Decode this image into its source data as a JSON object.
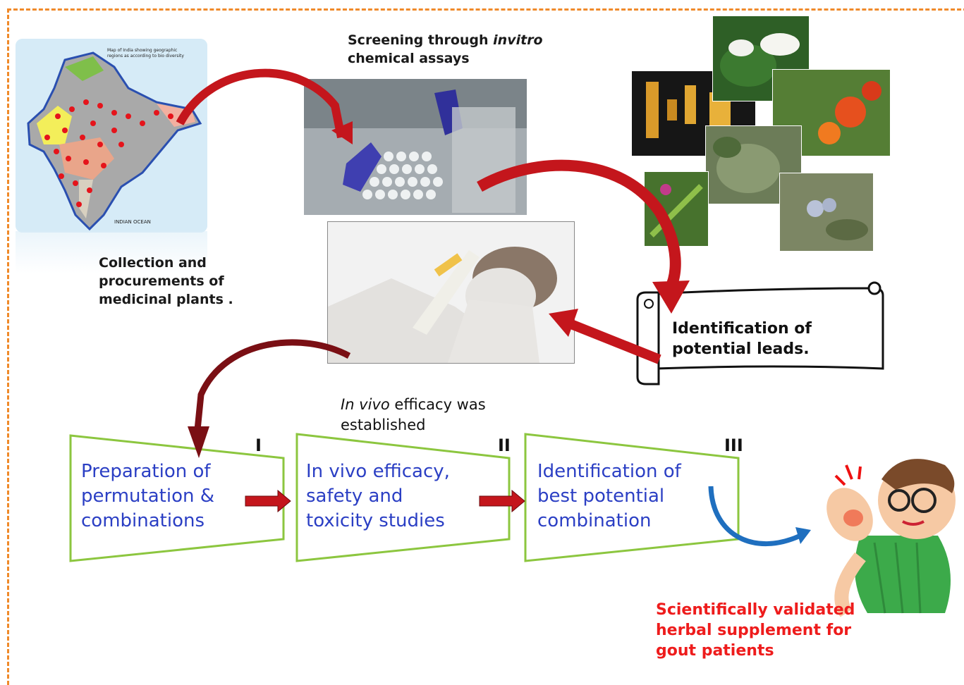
{
  "labels": {
    "collection": [
      "Collection and",
      "procurements of",
      "medicinal plants ."
    ],
    "screening_line1_prefix": "Screening through ",
    "screening_line1_em": "invitro",
    "screening_line2": "chemical assays",
    "leads": [
      "Identification of",
      "potential leads."
    ],
    "invivo_em": "In vivo",
    "invivo_rest": " efficacy  was",
    "invivo_line2": "established",
    "final": [
      "Scientifically validated",
      "herbal supplement for",
      "gout patients"
    ]
  },
  "map_text": {
    "caption_line1": "Map of India showing geographic",
    "caption_line2": "regions as according to bio diversity",
    "ocean": "INDIAN OCEAN"
  },
  "steps": [
    {
      "numeral": "I",
      "lines": [
        "Preparation of",
        "permutation &",
        "combinations"
      ]
    },
    {
      "numeral": "II",
      "lines": [
        "In vivo  efficacy,",
        "safety and",
        "toxicity studies"
      ]
    },
    {
      "numeral": "III",
      "lines": [
        "Identification of",
        "best potential",
        "combination"
      ]
    }
  ],
  "colors": {
    "border": "#f08a2a",
    "step_outline": "#8cc63f",
    "step_text": "#2b3fc4",
    "arrow_red": "#c4161c",
    "arrow_blue": "#1f6fbf",
    "final_text": "#ee1c1c"
  }
}
